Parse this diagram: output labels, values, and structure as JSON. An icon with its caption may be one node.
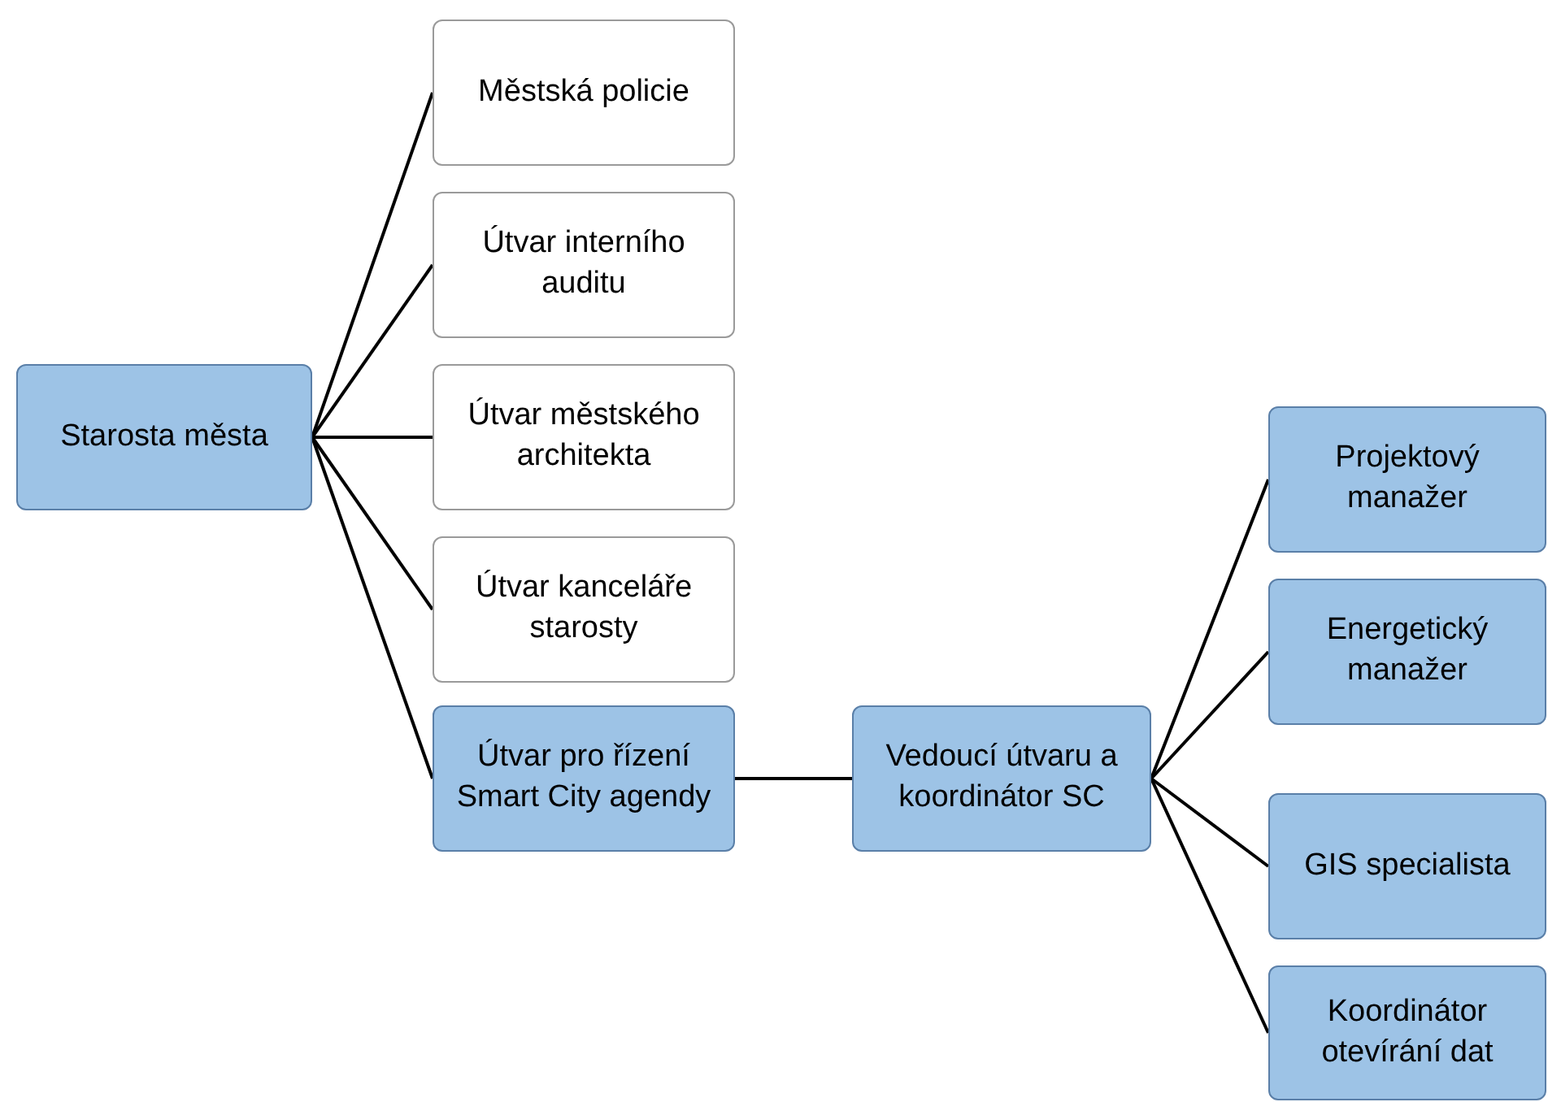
{
  "diagram": {
    "nodes": [
      {
        "text": [
          "Starosta města"
        ]
      },
      {
        "text": [
          "Městská policie"
        ]
      },
      {
        "text": [
          "Útvar interního auditu"
        ]
      },
      {
        "text": [
          "Útvar městského architekta"
        ]
      },
      {
        "text": [
          "Útvar kanceláře starosty"
        ]
      },
      {
        "text": [
          "Útvar pro řízení Smart City agendy"
        ]
      },
      {
        "text": [
          "Vedoucí útvaru a koordinátor SC"
        ]
      },
      {
        "text": [
          "Projektový manažer"
        ]
      },
      {
        "text": [
          "Energetický manažer"
        ]
      },
      {
        "text": [
          "GIS specialista"
        ]
      },
      {
        "text": [
          "Koordinátor otevírání dat"
        ]
      }
    ],
    "edges": [
      {
        "from": 0,
        "to": 1,
        "arrow": "none"
      },
      {
        "from": 0,
        "to": 2,
        "arrow": "none"
      },
      {
        "from": 0,
        "to": 3,
        "arrow": "none"
      },
      {
        "from": 0,
        "to": 4,
        "arrow": "none"
      },
      {
        "from": 0,
        "to": 5,
        "arrow": "none"
      },
      {
        "from": 5,
        "to": 6,
        "arrow": "none"
      },
      {
        "from": 6,
        "to": 7,
        "arrow": "none"
      },
      {
        "from": 6,
        "to": 8,
        "arrow": "none"
      },
      {
        "from": 6,
        "to": 9,
        "arrow": "none"
      },
      {
        "from": 6,
        "to": 10,
        "arrow": "none"
      }
    ]
  }
}
